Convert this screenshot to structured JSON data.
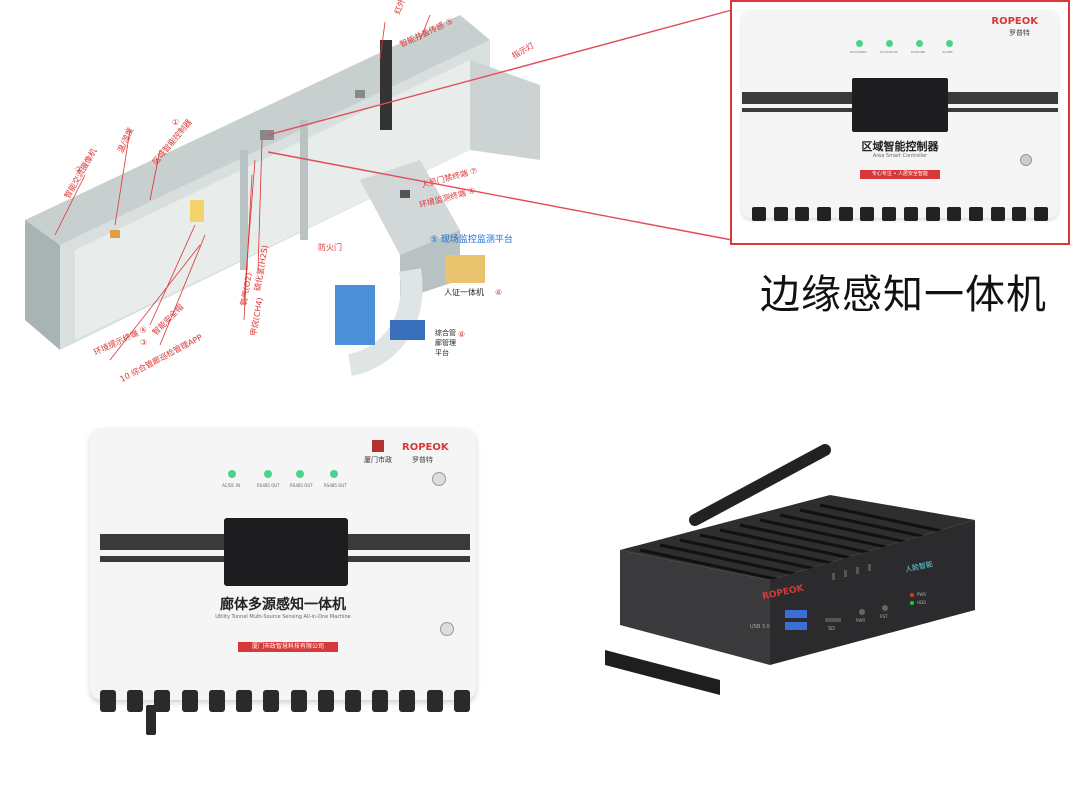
{
  "diagram": {
    "labels": [
      {
        "id": "d1",
        "text": "红外对射"
      },
      {
        "id": "d2",
        "text": "智能井盖传感 ⑤"
      },
      {
        "id": "d3",
        "text": "指示灯"
      },
      {
        "id": "d4",
        "text": "温/湿度"
      },
      {
        "id": "d5",
        "text": "区域智能控制器"
      },
      {
        "id": "d6",
        "text": "智能交流摄像机"
      },
      {
        "id": "d7",
        "text": "人员门禁终端 ⑦"
      },
      {
        "id": "d8",
        "text": "环境监测终端 ④"
      },
      {
        "id": "d9",
        "text": "防火门"
      },
      {
        "id": "d10",
        "text": "硫化氢(H2S)"
      },
      {
        "id": "d11",
        "text": "氧气(O2)"
      },
      {
        "id": "d12",
        "text": "甲烷(CH4)"
      },
      {
        "id": "d13",
        "text": "环境提示终端 ④"
      },
      {
        "id": "d14",
        "text": "智能安全帽"
      },
      {
        "id": "d15",
        "text": "10 综合管廊巡检管理APP"
      },
      {
        "id": "d16",
        "text": "⑨ 现场监控监测平台"
      },
      {
        "id": "d17",
        "text": "人证一体机"
      },
      {
        "id": "d18",
        "text": "综合管廊管理平台"
      }
    ],
    "num_badges": [
      "①",
      "②",
      "③",
      "⑥",
      "⑧"
    ]
  },
  "devices": {
    "top": {
      "brand": "ROPEOK",
      "brand_cn": "罗普特",
      "title": "区域智能控制器",
      "subtitle": "Area Smart Controller",
      "tagline": "专心专注 • 人居安全智能",
      "leds": [
        "DC/POWER",
        "SYS/STATUS",
        "RUN/LINK",
        "ALARM"
      ]
    },
    "caption": "边缘感知一体机",
    "bottom_left": {
      "brand": "ROPEOK",
      "brand_cn": "罗普特",
      "partner": "厦门市政",
      "title": "廊体多源感知一体机",
      "subtitle": "Utility Tunnel Multi-Source Sensing All-in-One Machine",
      "company": "厦门市政智慧科技有限公司",
      "leds": [
        "AC/DC IN",
        "RS485 OUT",
        "RS485 OUT",
        "RS485 OUT"
      ]
    },
    "bottom_right": {
      "brand": "ROPEOK",
      "partner": "人脸智能",
      "ports": [
        "USB 3.0",
        "SD",
        "PWR",
        "RST"
      ],
      "led_labels": [
        "PWR",
        "HDD"
      ]
    }
  },
  "colors": {
    "accent_red": "#d8383a",
    "line_red": "#e24b5a",
    "device_dark": "#2b2b2d",
    "panel_white": "#f5f5f5"
  }
}
